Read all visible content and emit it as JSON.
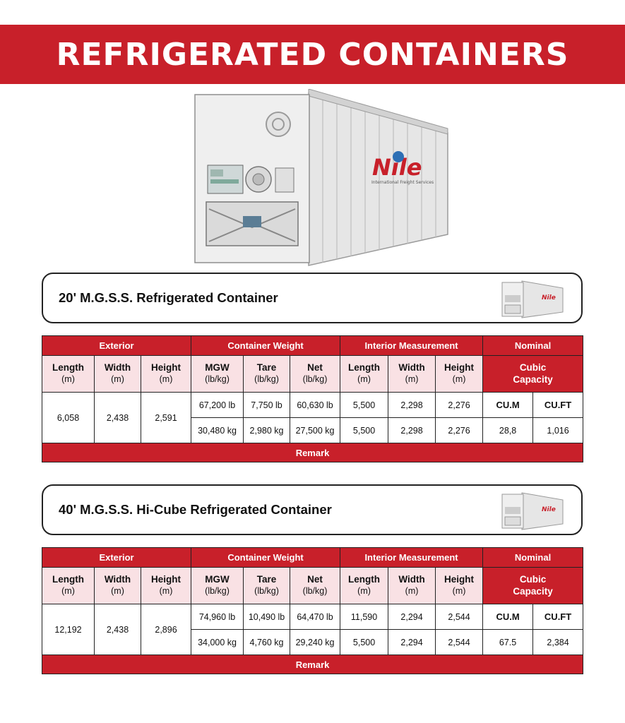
{
  "page_title": "REFRIGERATED CONTAINERS",
  "brand": {
    "logo_text": "Nile",
    "tagline": "International Freight Services",
    "red": "#c8202a",
    "pink": "#f9e1e4"
  },
  "headers": {
    "exterior": "Exterior",
    "container_weight": "Container Weight",
    "interior": "Interior Measurement",
    "nominal": "Nominal",
    "length": "Length",
    "width": "Width",
    "height": "Height",
    "m_unit": "(m)",
    "lbkg_unit": "(lb/kg)",
    "mgw": "MGW",
    "tare": "Tare",
    "net": "Net",
    "cubic": "Cubic",
    "capacity": "Capacity",
    "cum": "CU.M",
    "cuft": "CU.FT",
    "remark": "Remark"
  },
  "containers": [
    {
      "title": "20' M.G.S.S. Refrigerated Container",
      "exterior": {
        "length": "6,058",
        "width": "2,438",
        "height": "2,591"
      },
      "row_lb": {
        "mgw": "67,200 lb",
        "tare": "7,750 lb",
        "net": "60,630 lb",
        "length": "5,500",
        "width": "2,298",
        "height": "2,276"
      },
      "row_kg": {
        "mgw": "30,480 kg",
        "tare": "2,980 kg",
        "net": "27,500 kg",
        "length": "5,500",
        "width": "2,298",
        "height": "2,276",
        "cum": "28,8",
        "cuft": "1,016"
      }
    },
    {
      "title": "40' M.G.S.S. Hi-Cube Refrigerated Container",
      "exterior": {
        "length": "12,192",
        "width": "2,438",
        "height": "2,896"
      },
      "row_lb": {
        "mgw": "74,960 lb",
        "tare": "10,490 lb",
        "net": "64,470 lb",
        "length": "11,590",
        "width": "2,294",
        "height": "2,544"
      },
      "row_kg": {
        "mgw": "34,000 kg",
        "tare": "4,760 kg",
        "net": "29,240 kg",
        "length": "5,500",
        "width": "2,294",
        "height": "2,544",
        "cum": "67.5",
        "cuft": "2,384"
      }
    }
  ]
}
